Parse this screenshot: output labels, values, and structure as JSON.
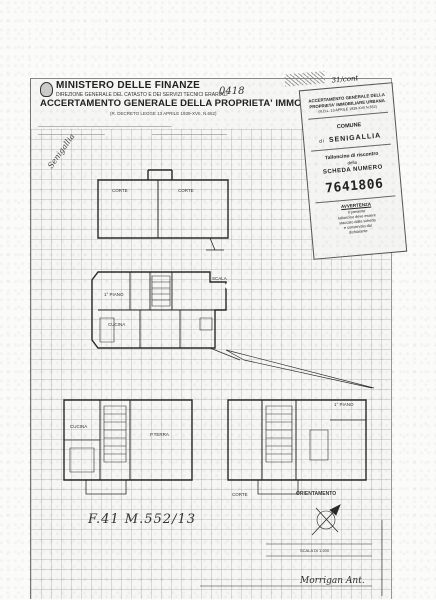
{
  "header": {
    "ministry": "MINISTERO DELLE FINANZE",
    "directorate": "DIREZIONE GENERALE DEL CATASTO E DEI SERVIZI TECNICI ERARIALI",
    "title": "ACCERTAMENTO GENERALE DELLA PROPRIETA' IMMOBILIARE URBANA",
    "decree": "(R. DECRETO LEGGE 13 APRILE 1939-XVII, N.652)",
    "handwritten_number": "0418"
  },
  "stamp": {
    "handwritten_ref": "31/cont",
    "lines": [
      "ACCERTAMENTO GENERALE DELLA",
      "PROPRIETA' IMMOBILIARE URBANA",
      "(R.D.L. 13 APRILE 1939-XVII N.652)"
    ],
    "comune_label": "COMUNE",
    "comune_prefix": "di",
    "comune_value": "SENIGALLIA",
    "receipt_label": "Talloncino di riscontro",
    "della": "della",
    "scheda_label": "SCHEDA NUMERO",
    "scheda_number": "7641806",
    "avvertenza_title": "AVVERTENZA",
    "avvertenza_lines": [
      "Il presente",
      "talloncino deve essere",
      "staccato dalla scheda",
      "e conservato dal",
      "dichiarante"
    ]
  },
  "plan": {
    "labels": {
      "corte": "CORTE",
      "cucina": "CUCINA",
      "piano_terra": "P.TERRA",
      "primo_piano": "1° PIANO",
      "scala": "SCALA"
    },
    "orientation_label": "ORIENTAMENTO",
    "scale_label": "SCALA DI 1:200"
  },
  "annotations": {
    "margin_note": "Senigallia",
    "ident": "F.41 M.552/13",
    "signature": "Morrigan Ant."
  },
  "colors": {
    "ink": "#2a2a2a",
    "paper": "#fbfbfa",
    "grid": "#9a9a9a"
  }
}
